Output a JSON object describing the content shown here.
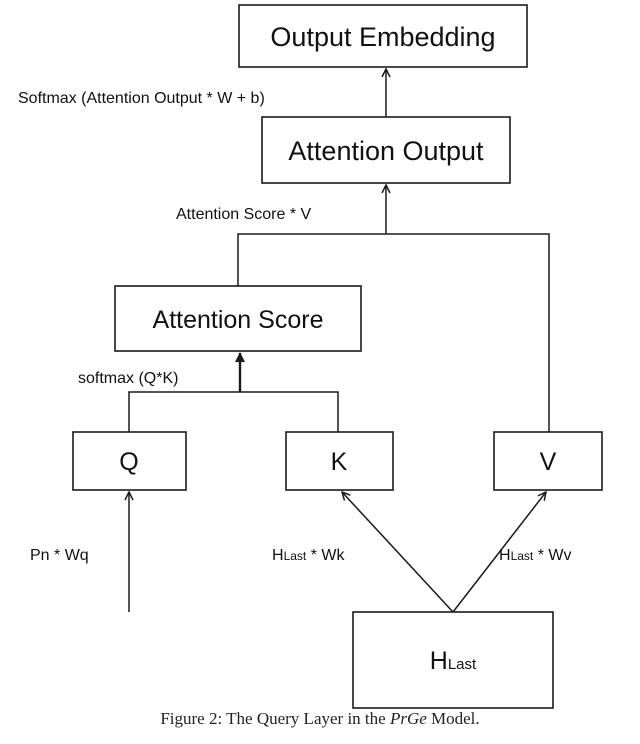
{
  "nodes": {
    "output_embedding": "Output Embedding",
    "attention_output": "Attention Output",
    "attention_score": "Attention Score",
    "q": "Q",
    "k": "K",
    "v": "V",
    "h_last_main": "H",
    "h_last_sub": "Last"
  },
  "edges": {
    "softmax_output": "Softmax (Attention Output * W + b)",
    "score_times_v": "Attention Score * V",
    "softmax_qk": "softmax (Q*K)",
    "pn_main": "Pn",
    "pn_tail": " * Wq",
    "hk_main": "H",
    "hk_sub": "Last",
    "hk_tail": " * Wk",
    "hv_main": "H",
    "hv_sub": "Last",
    "hv_tail": " * Wv"
  },
  "caption": {
    "prefix": "Figure 2: The Query Layer in the ",
    "model": "PrGe",
    "suffix": " Model."
  }
}
